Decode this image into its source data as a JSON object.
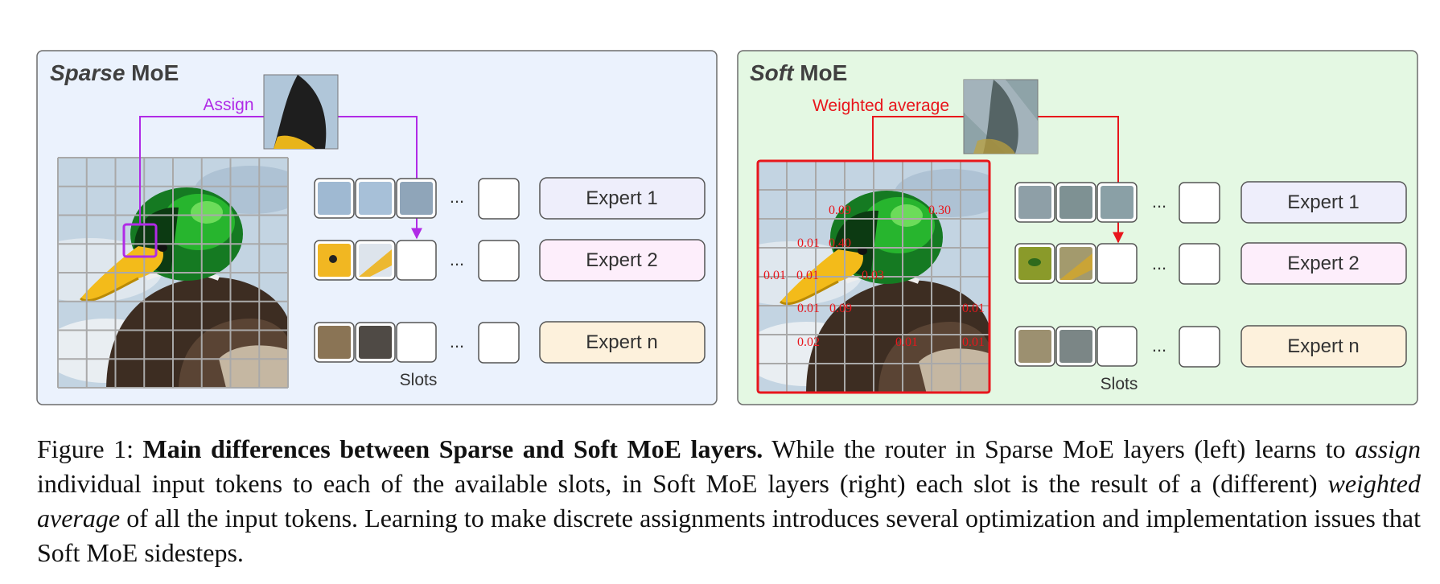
{
  "sparse": {
    "title_italic": "Sparse",
    "title_rest": " MoE",
    "arrow_label": "Assign",
    "slots_label": "Slots",
    "dots": "...",
    "experts": [
      "Expert 1",
      "Expert 2",
      "Expert n"
    ]
  },
  "soft": {
    "title_italic": "Soft",
    "title_rest": " MoE",
    "arrow_label": "Weighted average",
    "slots_label": "Slots",
    "dots": "...",
    "experts": [
      "Expert 1",
      "Expert 2",
      "Expert n"
    ],
    "weights": [
      "0.09",
      "0.30",
      "0.01",
      "0.40",
      "0.01",
      "0.01",
      "0.03",
      "0.01",
      "0.09",
      "0.01",
      "0.02",
      "0.01",
      "0.01"
    ]
  },
  "caption": {
    "prefix": "Figure 1: ",
    "bold": "Main differences between Sparse and Soft MoE layers.",
    "t1": " While the router in Sparse MoE layers (left) learns to ",
    "i1": "assign",
    "t2": " individual input tokens to each of the available slots, in Soft MoE layers (right) each slot is the result of a (different) ",
    "i2": "weighted average",
    "t3": " of all the input tokens. Learning to make discrete assignments introduces several optimization and implementation issues that Soft MoE sidesteps."
  },
  "colors": {
    "sparse_panel_bg": "#ebf2fd",
    "soft_panel_bg": "#e4f8e3",
    "assign_purple": "#b02be6",
    "weighted_red": "#e8161c",
    "expert1_bg": "#eeeefb",
    "expert2_bg": "#fdeefb",
    "expertn_bg": "#fdf1dc"
  }
}
